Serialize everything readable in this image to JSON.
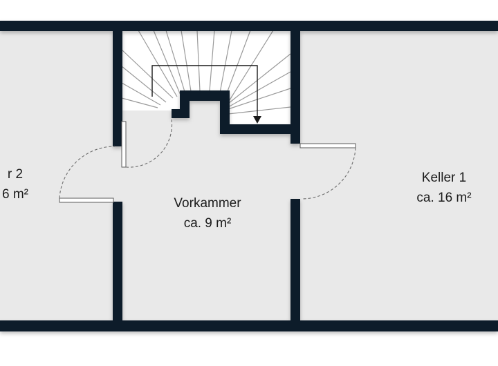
{
  "rooms": {
    "keller2": {
      "name": "r 2",
      "area": "6 m²"
    },
    "vorkammer": {
      "name": "Vorkammer",
      "area": "ca. 9 m²"
    },
    "keller1": {
      "name": "Keller 1",
      "area": "ca. 16 m²"
    }
  },
  "colors": {
    "wall": "#0c1a2b",
    "floor": "#e9e9e9",
    "stair": "#ffffff",
    "background": "#ffffff"
  }
}
